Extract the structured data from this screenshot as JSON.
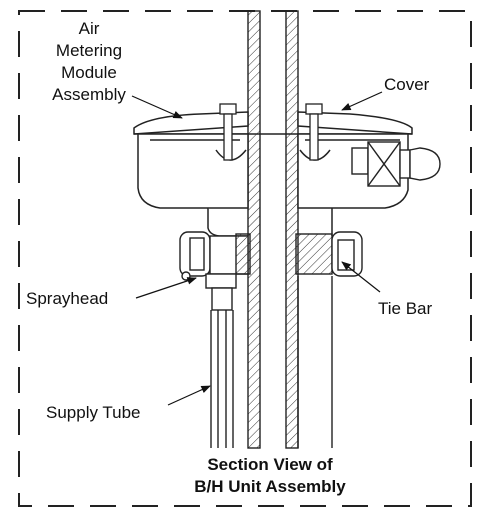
{
  "labels": {
    "air_metering_line1": "Air",
    "air_metering_line2": "Metering",
    "air_metering_line3": "Module",
    "air_metering_line4": "Assembly",
    "cover": "Cover",
    "sprayhead": "Sprayhead",
    "tie_bar": "Tie Bar",
    "supply_tube": "Supply Tube"
  },
  "caption": {
    "line1": "Section View of",
    "line2": "B/H Unit Assembly"
  }
}
